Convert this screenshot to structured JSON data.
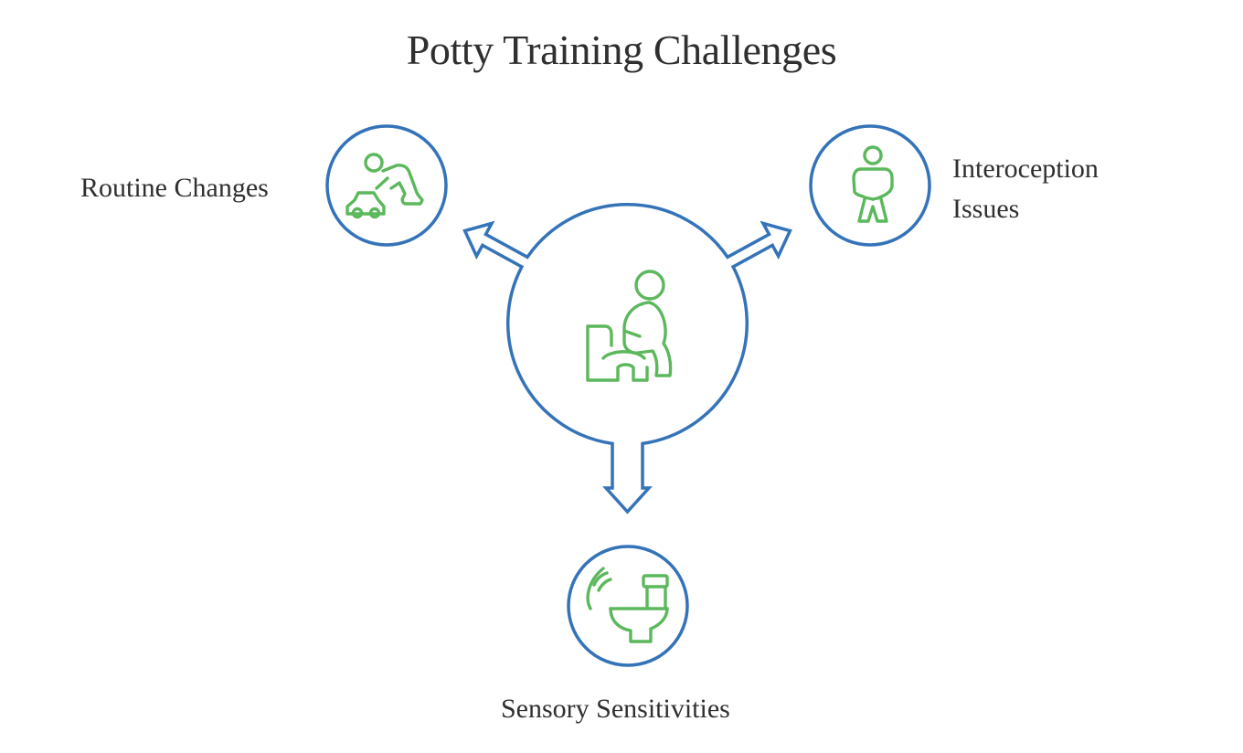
{
  "title": "Potty Training Challenges",
  "center": {
    "icon": "child-on-potty-icon"
  },
  "nodes": [
    {
      "label": "Routine Changes",
      "icon": "child-playing-toy-car-icon"
    },
    {
      "label_line1": "Interoception",
      "label_line2": "Issues",
      "icon": "child-holding-bladder-icon"
    },
    {
      "label": "Sensory Sensitivities",
      "icon": "noisy-toilet-icon"
    }
  ],
  "colors": {
    "outline": "#3573b9",
    "icon": "#5cb85c",
    "text": "#2f2f2f"
  }
}
